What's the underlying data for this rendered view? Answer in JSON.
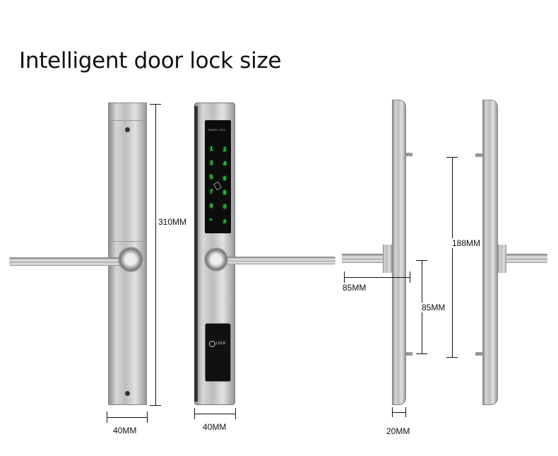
{
  "title": "Intelligent door lock size",
  "keypad": {
    "brand_text": "SMART LOCK",
    "keys": [
      "1",
      "2",
      "3",
      "4",
      "5",
      "6",
      "7",
      "8",
      "9",
      "0",
      "*",
      "#"
    ],
    "key_color": "#38e04a"
  },
  "card_reader": {
    "label": "LOCK"
  },
  "dimensions": {
    "front_height": "310MM",
    "front_width_left": "40MM",
    "front_width_right": "40MM",
    "handle_length": "85MM",
    "spindle_height": "85MM",
    "pin_spacing": "188MM",
    "side_thickness": "20MM"
  }
}
